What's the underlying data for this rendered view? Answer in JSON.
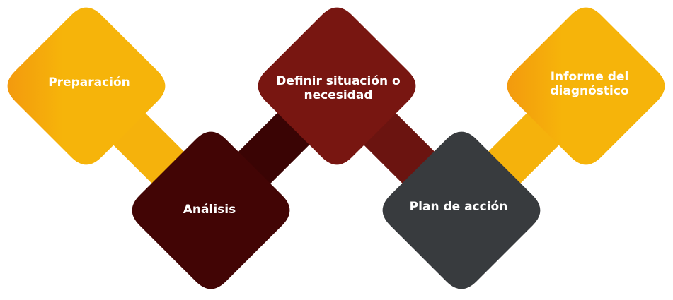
{
  "diagram": {
    "steps": [
      {
        "id": "preparacion",
        "lines": [
          "Preparación"
        ],
        "color": "#F6B40A",
        "accent": "#F39A0E"
      },
      {
        "id": "analisis",
        "lines": [
          "Análisis"
        ],
        "color": "#420505"
      },
      {
        "id": "definir",
        "lines": [
          "Definir situación o",
          "necesidad"
        ],
        "color": "#781611"
      },
      {
        "id": "plan",
        "lines": [
          "Plan de acción"
        ],
        "color": "#383B3E"
      },
      {
        "id": "informe",
        "lines": [
          "Informe del",
          "diagnóstico"
        ],
        "color": "#F6B40A",
        "accent": "#F39A0E"
      }
    ],
    "connector_colors": [
      "#F5B20C",
      "#3A0404",
      "#6B1410",
      "#F5B20C"
    ]
  }
}
